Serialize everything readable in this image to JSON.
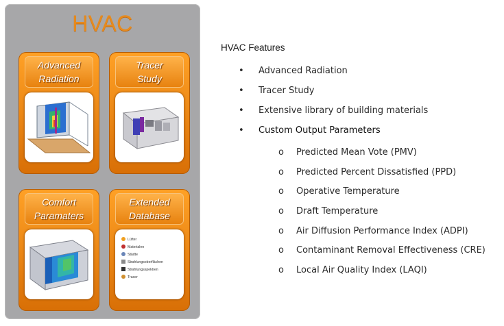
{
  "panel": {
    "title": "HVAC",
    "tiles": [
      {
        "label": "Advanced\nRadiation",
        "image": "radiation-render"
      },
      {
        "label": "Tracer\nStudy",
        "image": "tracer-room-render"
      },
      {
        "label": "Comfort\nParamaters",
        "image": "comfort-room-render"
      },
      {
        "label": "Extended\nDatabase",
        "image": "database-tree"
      }
    ],
    "database_items": [
      "Lüfter",
      "Materialen",
      "Städte",
      "Strahlungsoberflächen",
      "Strahlungsspektren",
      "Tracer"
    ]
  },
  "features": {
    "title": "HVAC Features",
    "items": [
      "Advanced Radiation",
      "Tracer Study",
      "Extensive library of building materials",
      "Custom Output Parameters"
    ],
    "sub_items": [
      "Predicted Mean Vote (PMV)",
      "Predicted Percent Dissatisfied (PPD)",
      "Operative Temperature",
      "Draft Temperature",
      "Air Diffusion Performance Index (ADPI)",
      "Contaminant Removal Effectiveness (CRE)",
      "Local Air Quality Index (LAQI)"
    ],
    "bullet": "•",
    "sub_bullet": "o"
  },
  "colors": {
    "panel_bg": "#a7a7a9",
    "accent_orange": "#f08a12",
    "title_orange": "#e68a1e"
  }
}
